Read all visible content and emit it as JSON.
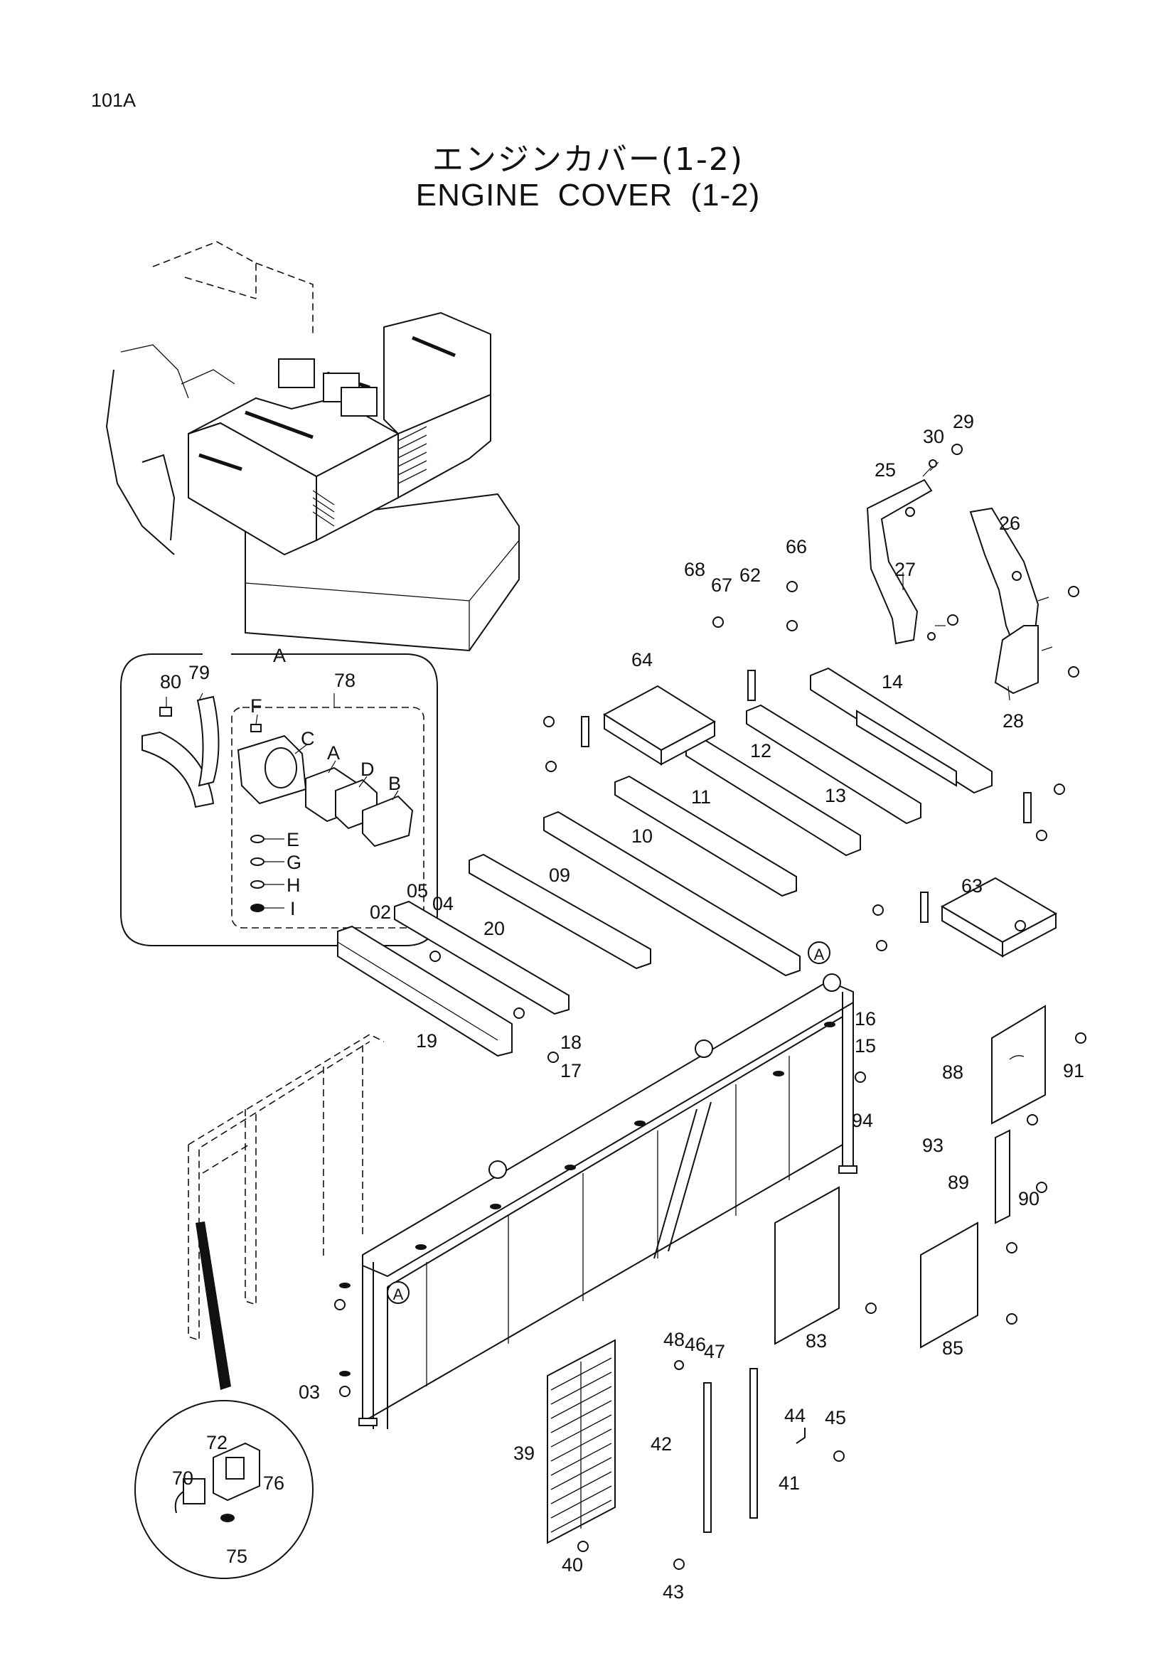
{
  "page": {
    "code": "101A",
    "title_jp": "エンジンカバー(1-2)",
    "title_en": "ENGINE  COVER (1-2)"
  },
  "detail_a": {
    "label": "A",
    "sub_labels": [
      "C",
      "F",
      "A",
      "D",
      "B",
      "E",
      "G",
      "H",
      "I"
    ]
  },
  "callouts": [
    "29",
    "30",
    "25",
    "26",
    "27",
    "28",
    "66",
    "67",
    "68",
    "62",
    "64",
    "14",
    "12",
    "13",
    "11",
    "10",
    "09",
    "20",
    "19",
    "02",
    "04",
    "05",
    "16",
    "15",
    "17",
    "18",
    "94",
    "88",
    "93",
    "89",
    "90",
    "91",
    "83",
    "85",
    "63",
    "48",
    "46",
    "47",
    "44",
    "45",
    "42",
    "41",
    "39",
    "40",
    "43",
    "03",
    "72",
    "70",
    "76",
    "75",
    "78",
    "79",
    "80"
  ]
}
